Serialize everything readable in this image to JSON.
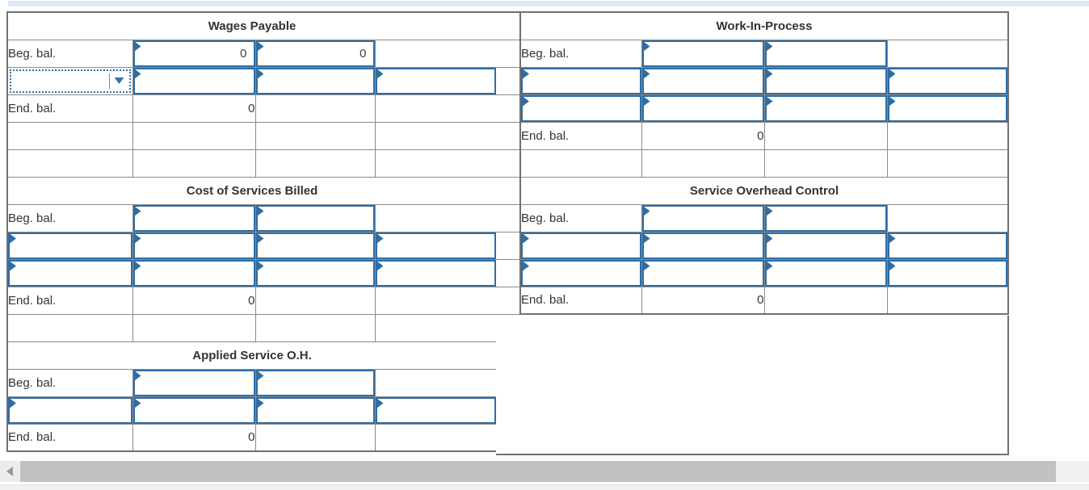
{
  "accounts": {
    "wages_payable": {
      "title": "Wages Payable",
      "beg_label": "Beg. bal.",
      "end_label": "End. bal.",
      "beg_debit": "0",
      "beg_credit": "0",
      "end_balance": "0"
    },
    "work_in_process": {
      "title": "Work-In-Process",
      "beg_label": "Beg. bal.",
      "end_label": "End. bal.",
      "end_balance": "0"
    },
    "cost_of_services_billed": {
      "title": "Cost of Services Billed",
      "beg_label": "Beg. bal.",
      "end_label": "End. bal.",
      "end_balance": "0"
    },
    "service_overhead_control": {
      "title": "Service Overhead Control",
      "beg_label": "Beg. bal.",
      "end_label": "End. bal.",
      "end_balance": "0"
    },
    "applied_service_oh": {
      "title": "Applied Service O.H.",
      "beg_label": "Beg. bal.",
      "end_label": "End. bal.",
      "end_balance": "0"
    }
  },
  "dropdown": {
    "selected_value": ""
  },
  "icons": {
    "input_flag": "right-pointing-triangle",
    "dropdown_caret": "down-triangle",
    "scrollbar_left_arrow": "left-triangle"
  },
  "colors": {
    "header_bg": "#78abde",
    "input_border": "#2e6da4",
    "dropdown_border": "#2e75b6",
    "top_strip": "#dbe8f7",
    "grid_line": "#8a8a8a",
    "scroll_thumb": "#c2c2c2",
    "scroll_track": "#f1f1f1"
  }
}
